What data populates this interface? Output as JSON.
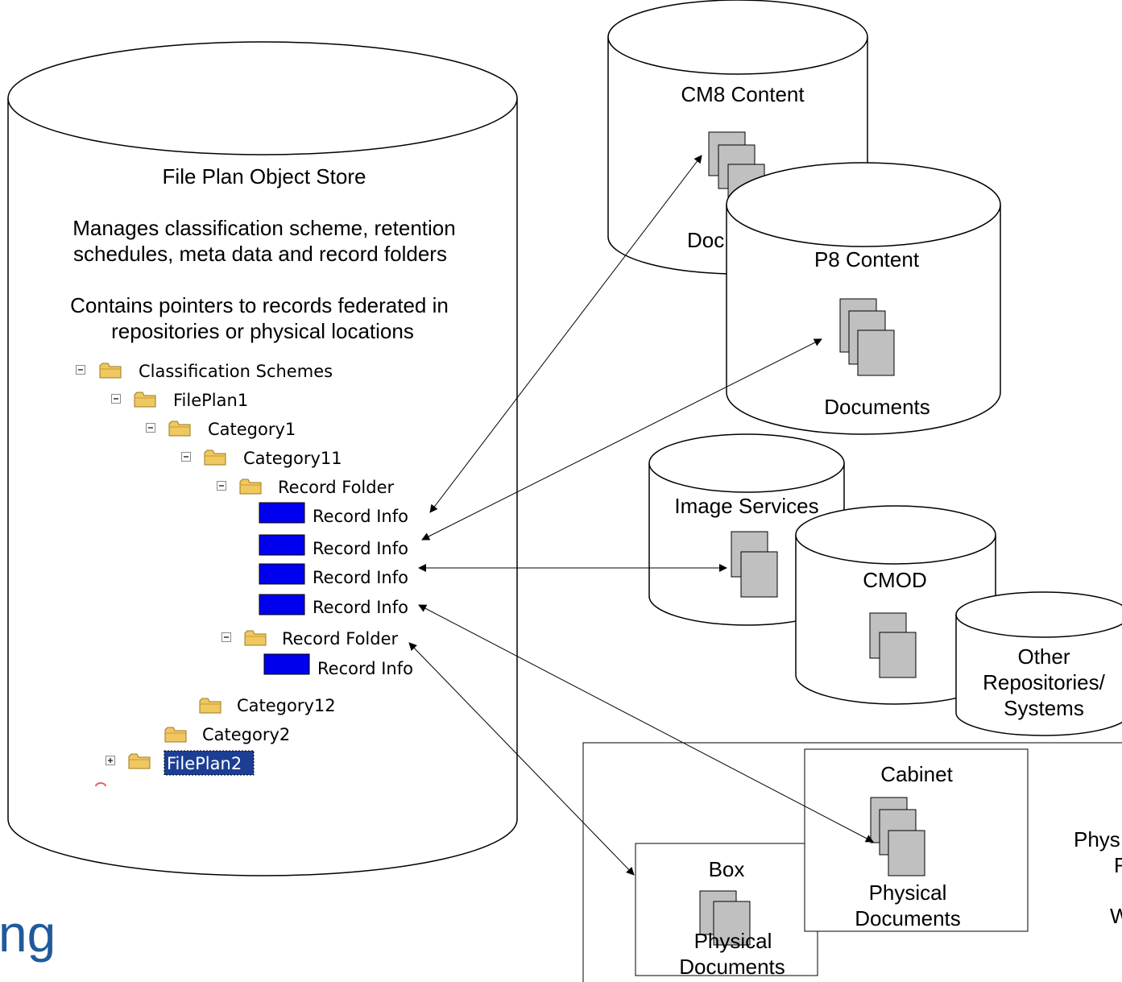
{
  "fileplan_store": {
    "title": "File Plan Object Store",
    "desc_line1": "Manages classification scheme, retention",
    "desc_line2": "schedules, meta data and record folders",
    "desc_line3": "Contains pointers to records federated in",
    "desc_line4": "repositories or physical locations"
  },
  "tree": {
    "classification_schemes": "Classification Schemes",
    "fileplan1": "FilePlan1",
    "category1": "Category1",
    "category11": "Category11",
    "record_folder_1": "Record Folder",
    "record_info_1": "Record Info",
    "record_info_2": "Record Info",
    "record_info_3": "Record Info",
    "record_info_4": "Record Info",
    "record_folder_2": "Record Folder",
    "record_info_5": "Record Info",
    "category12": "Category12",
    "category2": "Category2",
    "fileplan2": "FilePlan2"
  },
  "repositories": {
    "cm8_title": "CM8 Content",
    "cm8_caption": "Doc",
    "p8_title": "P8 Content",
    "p8_caption": "Documents",
    "image_services_title": "Image Services",
    "cmod_title": "CMOD",
    "other_line1": "Other",
    "other_line2": "Repositories/",
    "other_line3": "Systems"
  },
  "physical": {
    "cabinet_title": "Cabinet",
    "cabinet_caption_line1": "Physical",
    "cabinet_caption_line2": "Documents",
    "box_title": "Box",
    "box_caption_line1": "Physical",
    "box_caption_line2": "Documents",
    "side_text_1": "Phys",
    "side_text_2": "R",
    "side_text_3": "W"
  },
  "corner_text": "ng",
  "colors": {
    "record_icon": "#0000ee",
    "doc_fill": "#c0c0c0",
    "folder": "#f0c860",
    "selection": "#1c3f95",
    "corner_text": "#1f5a9c"
  }
}
